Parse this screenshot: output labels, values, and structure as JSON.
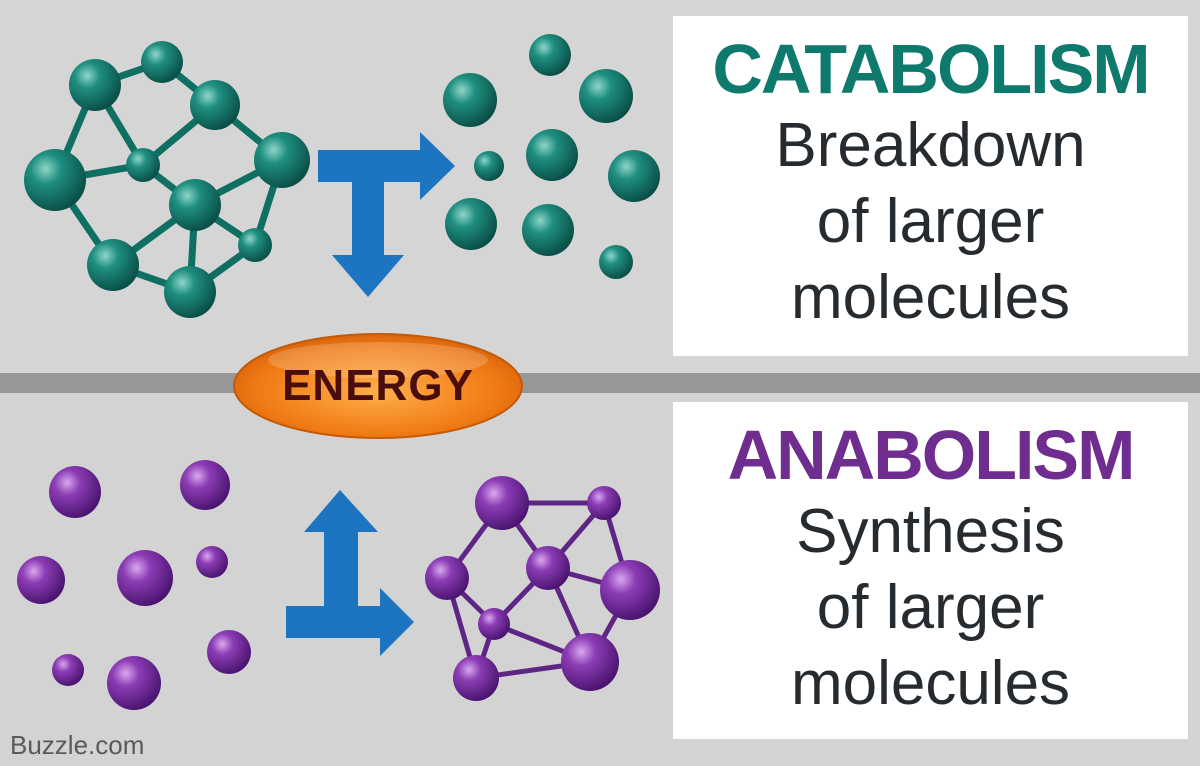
{
  "catabolism": {
    "heading": "CATABOLISM",
    "line1": "Breakdown",
    "line2": "of larger",
    "line3": "molecules",
    "color": "#0e7a6d"
  },
  "anabolism": {
    "heading": "ANABOLISM",
    "line1": "Synthesis",
    "line2": "of larger",
    "line3": "molecules",
    "color": "#6f2d8f"
  },
  "energy": {
    "label": "ENERGY",
    "color": "#f28a1e"
  },
  "arrow_color": "#1d74c0",
  "credit": "Buzzle.com"
}
